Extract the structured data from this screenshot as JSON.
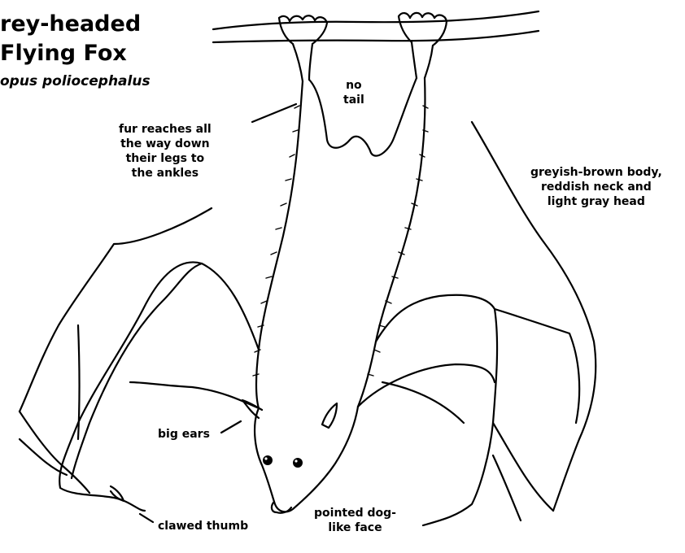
{
  "title": {
    "line1": "rey-headed",
    "line2": "Flying Fox",
    "scientific_name": "opus poliocephalus"
  },
  "labels": {
    "no_tail": [
      "no",
      "tail"
    ],
    "fur": [
      "fur reaches all",
      "the way down",
      "their legs to",
      "the ankles"
    ],
    "body_color": [
      "greyish-brown body,",
      "reddish neck and",
      "light gray head"
    ],
    "big_ears": [
      "big ears"
    ],
    "clawed_thumb": [
      "clawed thumb"
    ],
    "face": [
      "pointed dog-",
      "like face"
    ]
  },
  "colors": {
    "ink": "#000000",
    "paper": "#ffffff"
  }
}
